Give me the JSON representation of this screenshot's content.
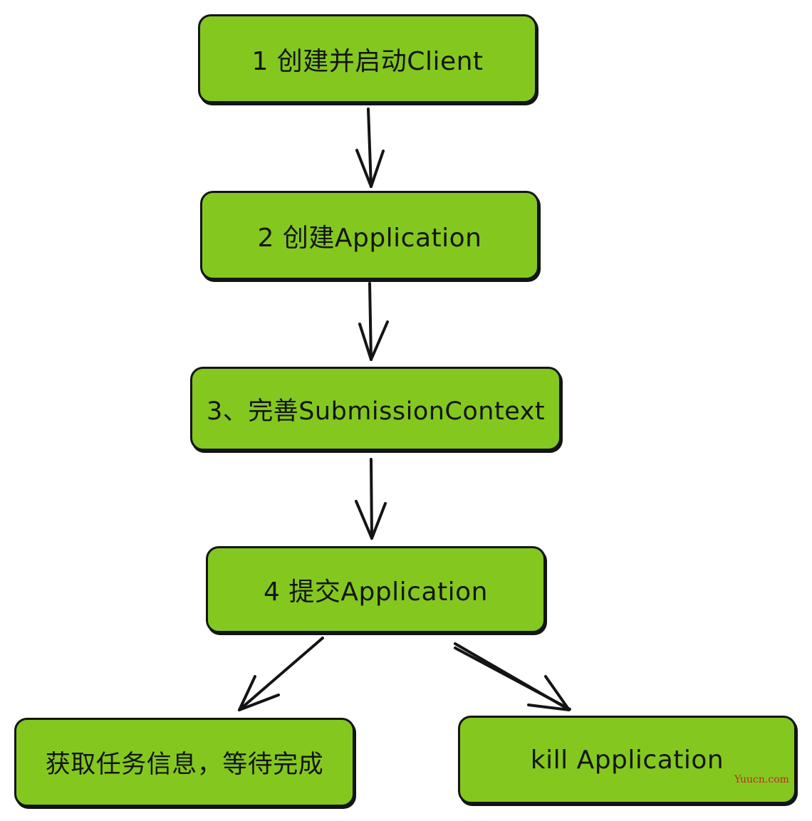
{
  "nodes": {
    "step1": "1 创建并启动Client",
    "step2": "2  创建Application",
    "step3": "3、完善SubmissionContext",
    "step4": "4  提交Application",
    "branch_left": "获取任务信息，等待完成",
    "branch_right": "kill  Application"
  },
  "watermark": "Yuucn.com",
  "colors": {
    "node_fill": "#84c81f",
    "stroke": "#141414",
    "watermark": "#c02a2a"
  }
}
